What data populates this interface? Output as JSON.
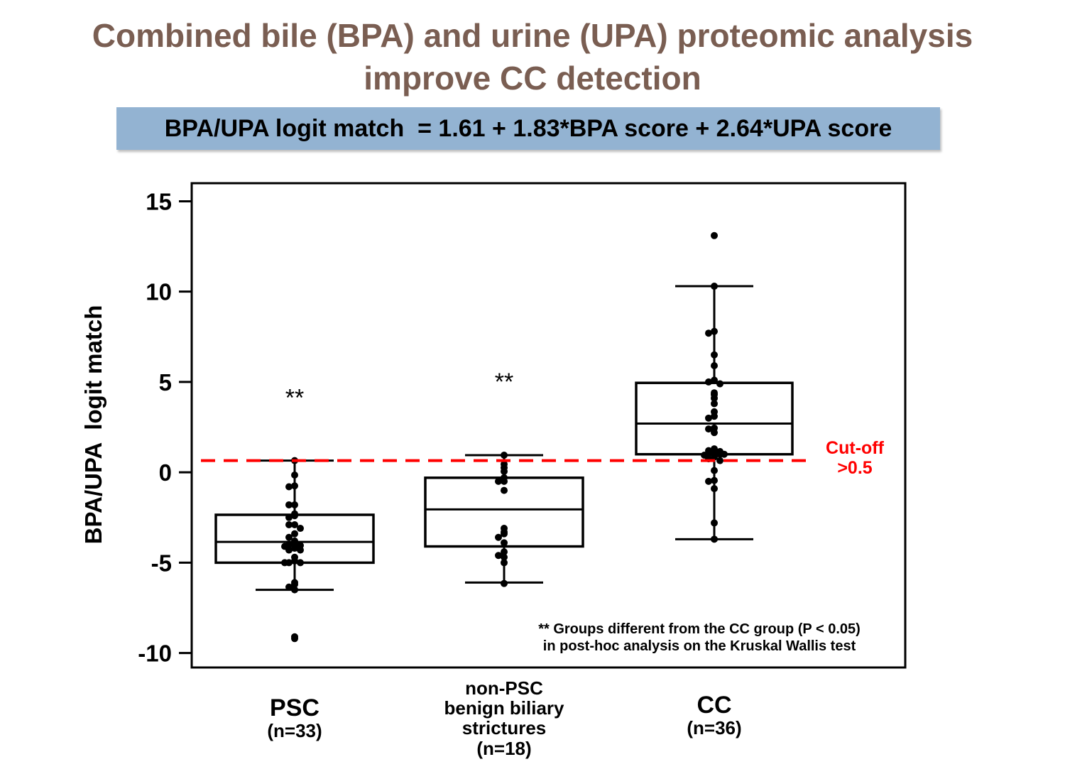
{
  "header": {
    "title_line1": "Combined bile (BPA) and urine (UPA) proteomic analysis",
    "title_line2": "improve CC detection",
    "formula": "BPA/UPA logit match  = 1.61 + 1.83*BPA score + 2.64*UPA score"
  },
  "chart_data": {
    "type": "box",
    "ylabel": "BPA/UPA  logit match",
    "ylim": [
      -10.8,
      16
    ],
    "yticks": [
      15,
      10,
      5,
      0,
      -5,
      -10
    ],
    "grid": false,
    "categories": [
      {
        "name": "PSC",
        "n": "(n=33)"
      },
      {
        "name": "non-PSC benign biliary strictures",
        "name_lines": [
          "non-PSC",
          "benign biliary",
          "strictures"
        ],
        "n": "(n=18)"
      },
      {
        "name": "CC",
        "n": "(n=36)"
      }
    ],
    "boxes": [
      {
        "q1": -5.0,
        "median": -3.85,
        "q3": -2.35,
        "whisker_low": -6.5,
        "whisker_high": 0.65
      },
      {
        "q1": -4.1,
        "median": -2.05,
        "q3": -0.3,
        "whisker_low": -6.1,
        "whisker_high": 0.95
      },
      {
        "q1": 1.0,
        "median": 2.7,
        "q3": 4.95,
        "whisker_low": -3.7,
        "whisker_high": 10.3
      }
    ],
    "points": [
      [
        0.65,
        -0.15,
        -0.75,
        -0.8,
        -1.8,
        -1.8,
        -2.3,
        -2.4,
        -2.5,
        -2.9,
        -2.9,
        -3.4,
        -3.6,
        -3.8,
        -3.95,
        -4.0,
        -4.05,
        -4.1,
        -4.2,
        -4.3,
        -4.3,
        -4.7,
        -4.9,
        -5.0,
        -5.0,
        -5.0,
        -6.1,
        -6.2,
        -6.35,
        -6.5,
        -9.1,
        -9.2,
        -3.1
      ],
      [
        0.95,
        0.45,
        0.25,
        0.05,
        -0.3,
        -0.5,
        -0.5,
        -1.0,
        -3.1,
        -3.3,
        -3.4,
        -3.6,
        -3.9,
        -4.4,
        -4.6,
        -4.7,
        -5.0,
        -6.15
      ],
      [
        13.1,
        10.3,
        7.8,
        7.7,
        6.5,
        5.9,
        5.1,
        5.0,
        4.9,
        4.4,
        4.3,
        4.1,
        3.8,
        3.35,
        3.1,
        3.0,
        2.45,
        2.4,
        2.2,
        1.3,
        1.2,
        1.15,
        1.1,
        1.05,
        1.0,
        0.95,
        0.85,
        0.75,
        0.65,
        0.1,
        -0.45,
        -0.5,
        -0.9,
        -2.8,
        -3.7,
        1.0
      ]
    ],
    "significance": [
      "**",
      "**",
      ""
    ],
    "significance_y": [
      4.3,
      5.2,
      null
    ],
    "cutoff": {
      "value": 0.65,
      "label_line1": "Cut-off",
      "label_line2": ">0.5",
      "color": "#ff0000"
    },
    "footnote_line1": "**  Groups different from the CC group (P < 0.05)",
    "footnote_line2": "in post-hoc analysis on the Kruskal Wallis test",
    "colors": {
      "box": "#000000",
      "point": "#000000",
      "cutoff": "#ff0000"
    }
  }
}
